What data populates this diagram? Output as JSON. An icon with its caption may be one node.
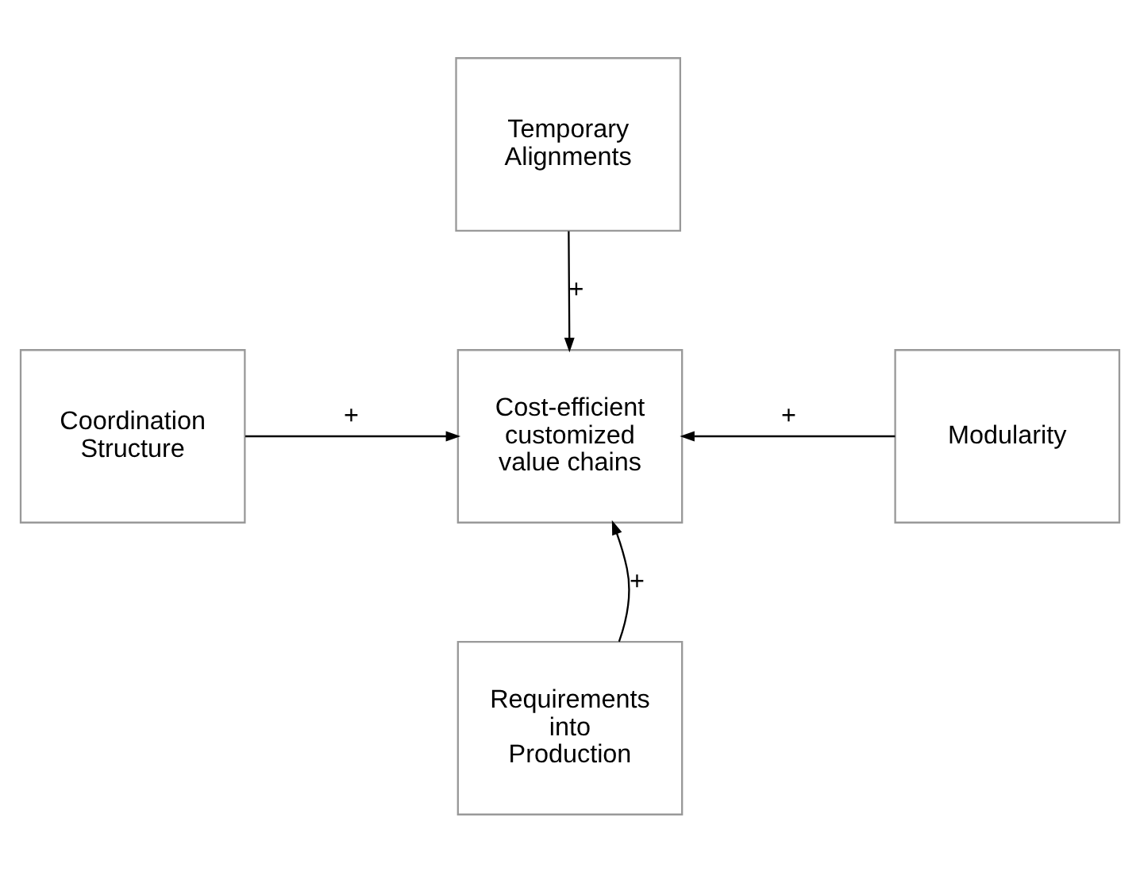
{
  "diagram": {
    "nodes": [
      {
        "text": [
          "Temporary Alignments"
        ]
      },
      {
        "text": [
          "Coordination Structure"
        ]
      },
      {
        "text": [
          "Cost-efficient customized value chains"
        ]
      },
      {
        "text": [
          "Modularity"
        ]
      },
      {
        "text": [
          "Requirements into Production"
        ]
      }
    ],
    "edges": [
      {
        "from": 0,
        "to": 2,
        "arrow": "to",
        "label": "+"
      },
      {
        "from": 1,
        "to": 2,
        "arrow": "to",
        "label": "+"
      },
      {
        "from": 3,
        "to": 2,
        "arrow": "to",
        "label": "+"
      },
      {
        "from": 4,
        "to": 2,
        "arrow": "to",
        "label": "+"
      }
    ]
  }
}
